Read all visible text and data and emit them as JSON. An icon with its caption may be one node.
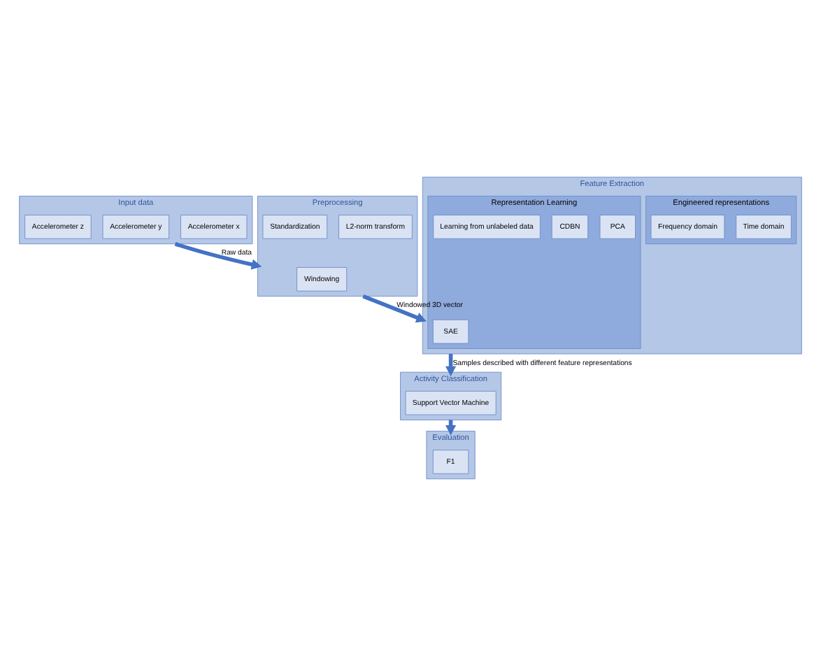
{
  "diagram": {
    "nodes": [
      {
        "text": [
          "Input data"
        ]
      },
      {
        "text": [
          "Accelerometer x"
        ],
        "in": 0
      },
      {
        "text": [
          "Accelerometer y"
        ],
        "in": 0
      },
      {
        "text": [
          "Accelerometer z"
        ],
        "in": 0
      },
      {
        "text": [
          "Preprocessing"
        ]
      },
      {
        "text": [
          "L2-norm transform"
        ],
        "in": 4
      },
      {
        "text": [
          "Windowing"
        ],
        "in": 4
      },
      {
        "text": [
          "Standardization"
        ],
        "in": 4
      },
      {
        "text": [
          "Feature Extraction"
        ]
      },
      {
        "text": [
          "Engineered representations"
        ],
        "in": 8
      },
      {
        "text": [
          "Time domain"
        ],
        "in": 9
      },
      {
        "text": [
          "Frequency domain"
        ],
        "in": 9
      },
      {
        "text": [
          "Representation Learning"
        ],
        "in": 8
      },
      {
        "text": [
          "PCA"
        ],
        "in": 12
      },
      {
        "text": [
          "SAE"
        ],
        "in": 12
      },
      {
        "text": [
          "CDBN"
        ],
        "in": 12
      },
      {
        "text": [
          "Learning from unlabeled data"
        ],
        "in": 12
      },
      {
        "text": [
          "Activity Classification"
        ]
      },
      {
        "text": [
          "Support Vector Machine"
        ],
        "in": 17
      },
      {
        "text": [
          "Evaluation"
        ]
      },
      {
        "text": [
          "F1"
        ],
        "in": 19
      }
    ],
    "edges": [
      {
        "from": 0,
        "to": 4,
        "arrow": "to",
        "label": "Raw data"
      },
      {
        "from": 4,
        "to": 8,
        "arrow": "to",
        "label": "Windowed 3D vector"
      },
      {
        "from": 8,
        "to": 17,
        "arrow": "to",
        "label": "Samples described with different feature representations"
      },
      {
        "from": 17,
        "to": 19,
        "arrow": "to"
      }
    ]
  }
}
